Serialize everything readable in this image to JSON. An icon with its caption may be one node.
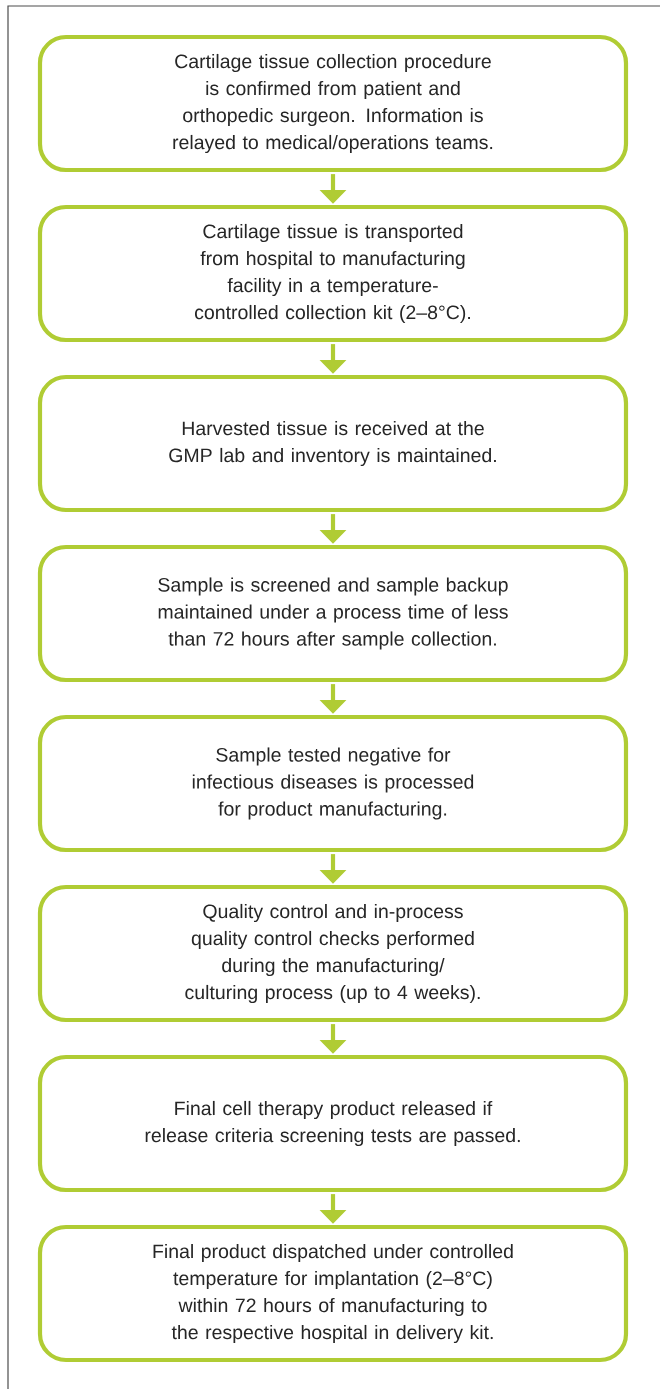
{
  "diagram": {
    "nodes": [
      {
        "text": [
          "Cartilage tissue collection procedure is confirmed from patient and orthopedic surgeon. Information is relayed to medical/operations teams."
        ]
      },
      {
        "text": [
          "Cartilage tissue is transported from hospital to manufacturing facility in a temperature-controlled collection kit (2–8°C)."
        ]
      },
      {
        "text": [
          "Harvested tissue is received at the GMP lab and inventory is maintained."
        ]
      },
      {
        "text": [
          "Sample is screened and sample backup maintained under a process time of less than 72 hours after sample collection."
        ]
      },
      {
        "text": [
          "Sample tested negative for infectious diseases is processed for product manufacturing."
        ]
      },
      {
        "text": [
          "Quality control and in-process quality control checks performed during the manufacturing/ culturing process (up to 4 weeks)."
        ]
      },
      {
        "text": [
          "Final cell therapy product released if release criteria screening tests are passed."
        ]
      },
      {
        "text": [
          "Final product dispatched under controlled temperature for implantation (2–8°C) within 72 hours of manufacturing to the respective hospital in delivery kit."
        ]
      }
    ],
    "edges": [
      {
        "from": 0,
        "to": 1,
        "arrow": "to"
      },
      {
        "from": 1,
        "to": 2,
        "arrow": "to"
      },
      {
        "from": 2,
        "to": 3,
        "arrow": "to"
      },
      {
        "from": 3,
        "to": 4,
        "arrow": "to"
      },
      {
        "from": 4,
        "to": 5,
        "arrow": "to"
      },
      {
        "from": 5,
        "to": 6,
        "arrow": "to"
      },
      {
        "from": 6,
        "to": 7,
        "arrow": "to"
      }
    ]
  }
}
